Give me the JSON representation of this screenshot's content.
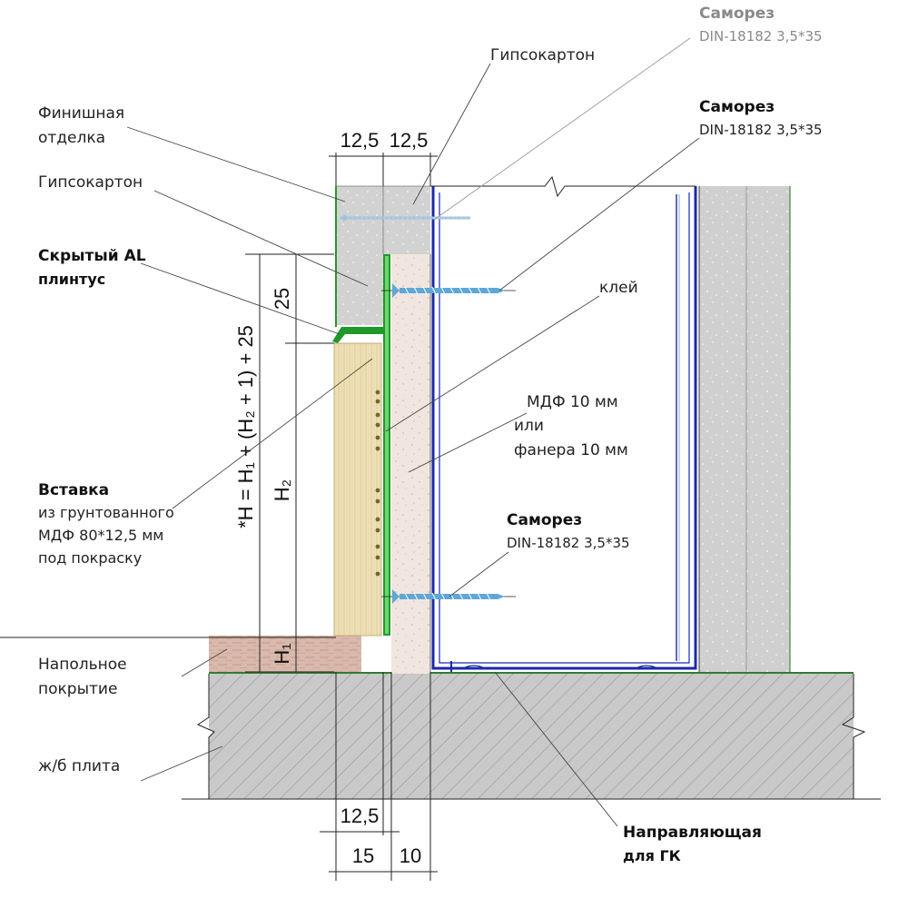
{
  "labels": {
    "finish": [
      "Финишная",
      "отделка"
    ],
    "gkl_top": "Гипсокартон",
    "gkl_left": "Гипсокартон",
    "al_plinth": [
      "Скрытый AL",
      "плинтус"
    ],
    "insert_title": "Вставка",
    "insert_desc": [
      "из грунтованного",
      "МДФ 80*12,5 мм",
      "под покраску"
    ],
    "floor_cover": [
      "Напольное",
      "покрытие"
    ],
    "slab": "ж/б плита",
    "screw_top": {
      "title": "Саморез",
      "spec": "DIN-18182 3,5*35"
    },
    "screw_mid": {
      "title": "Саморез",
      "spec": "DIN-18182 3,5*35"
    },
    "screw_low": {
      "title": "Саморез",
      "spec": "DIN-18182 3,5*35"
    },
    "glue": "клей",
    "mdf": [
      "МДФ 10 мм",
      "или",
      "фанера 10 мм"
    ],
    "guide": [
      "Направляющая",
      "для ГК"
    ]
  },
  "dimensions": {
    "top_left": "12,5",
    "top_right": "12,5",
    "bottom_top": "12,5",
    "bottom_left": "15",
    "bottom_right": "10",
    "v_25": "25",
    "v_h2": "H₂",
    "v_h1": "H₁",
    "formula": "*H = H₁ + (H₂ + 1) + 25"
  },
  "colors": {
    "concrete": "#c9c9c9",
    "concrete_dark": "#8f8f8f",
    "gypsum": "#d2d2d2",
    "mdf": "#f1e6df",
    "insert": "#efe2b8",
    "al_green": "#1f9a2a",
    "profile_blue": "#1b2aa8",
    "screw_blue": "#5fa7d8",
    "floor": "#d9b9ab"
  }
}
